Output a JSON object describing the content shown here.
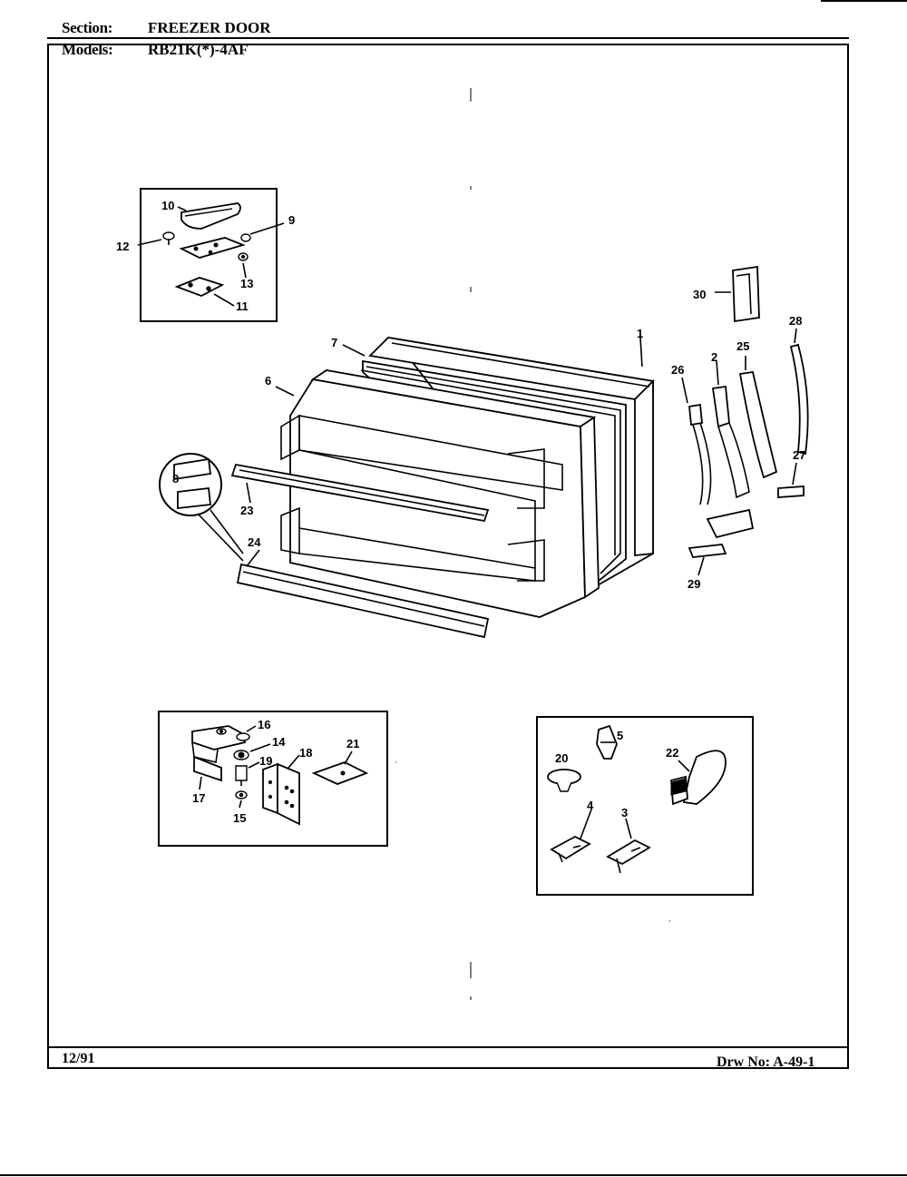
{
  "header": {
    "section_label": "Section:",
    "section_value": "FREEZER DOOR",
    "models_label": "Models:",
    "models_value": "RB21K(*)-4AF"
  },
  "footer": {
    "date": "12/91",
    "drawing_number": "Drw No: A-49-1"
  },
  "callouts": [
    "1",
    "2",
    "3",
    "4",
    "5",
    "6",
    "7",
    "8",
    "9",
    "10",
    "11",
    "12",
    "13",
    "14",
    "15",
    "16",
    "17",
    "18",
    "19",
    "20",
    "21",
    "22",
    "23",
    "24",
    "25",
    "26",
    "27",
    "28",
    "29",
    "30"
  ]
}
